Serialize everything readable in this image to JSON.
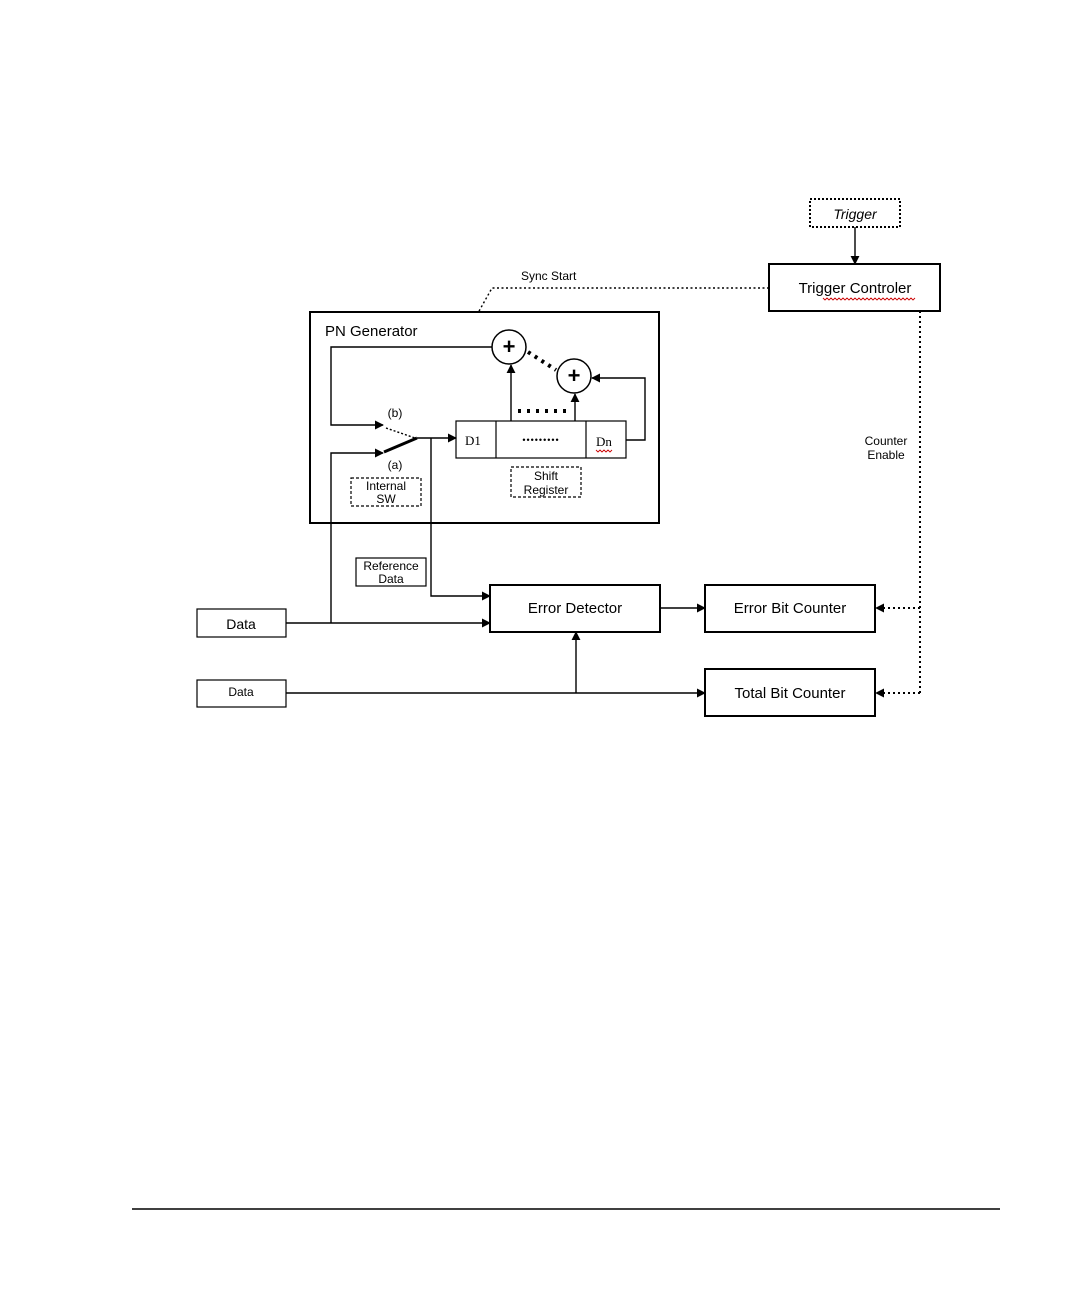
{
  "diagram": {
    "trigger": "Trigger",
    "trigger_controller": "Trigger Controler",
    "sync_start": "Sync Start",
    "pn_generator": "PN Generator",
    "switch_b": "(b)",
    "switch_a": "(a)",
    "internal_sw_line1": "Internal",
    "internal_sw_line2": "SW",
    "shift_reg_first": "D1",
    "shift_reg_middle": "•••••••••",
    "shift_reg_last": "Dn",
    "shift_register_line1": "Shift",
    "shift_register_line2": "Register",
    "xor_symbol": "+",
    "reference_data_line1": "Reference",
    "reference_data_line2": "Data",
    "data_input": "Data",
    "data_clock": "Data",
    "error_detector": "Error Detector",
    "error_bit_counter": "Error Bit Counter",
    "total_bit_counter": "Total Bit Counter",
    "counter_enable_line1": "Counter",
    "counter_enable_line2": "Enable"
  }
}
